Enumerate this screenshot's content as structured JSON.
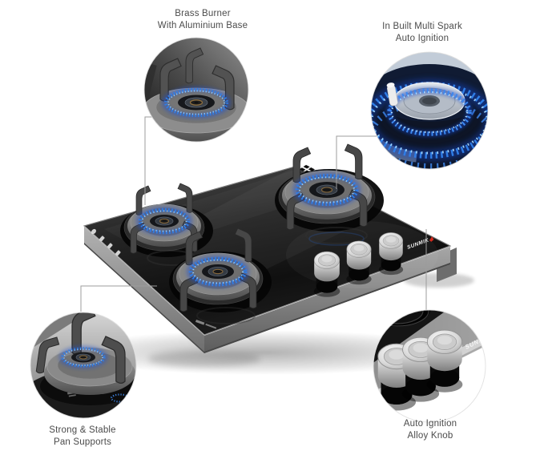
{
  "callouts": [
    {
      "line1": "Brass Burner",
      "line2": "With Aluminium Base"
    },
    {
      "line1": "In Built Multi Spark",
      "line2": "Auto Ignition"
    },
    {
      "line1": "Strong & Stable",
      "line2": "Pan Supports"
    },
    {
      "line1": "Auto Ignition",
      "line2": "Alloy Knob"
    }
  ],
  "product": {
    "brand_text": "SUNMIK",
    "burner_count": 3,
    "knob_count": 3
  },
  "colors": {
    "background": "#ffffff",
    "label_text": "#4b4b4b",
    "callout_line": "#9c9c9c",
    "glass_black": "#141414",
    "body_gray": "#8a8a8a",
    "support_gray": "#474747",
    "flame_blue": "#2f7de6",
    "flame_cyan": "#9cd4ff",
    "knob_silver": "#cfcfcf",
    "knob_base_black": "#0b0b0b",
    "brand_white": "#f2f2f2",
    "brand_red": "#d42b1e"
  }
}
